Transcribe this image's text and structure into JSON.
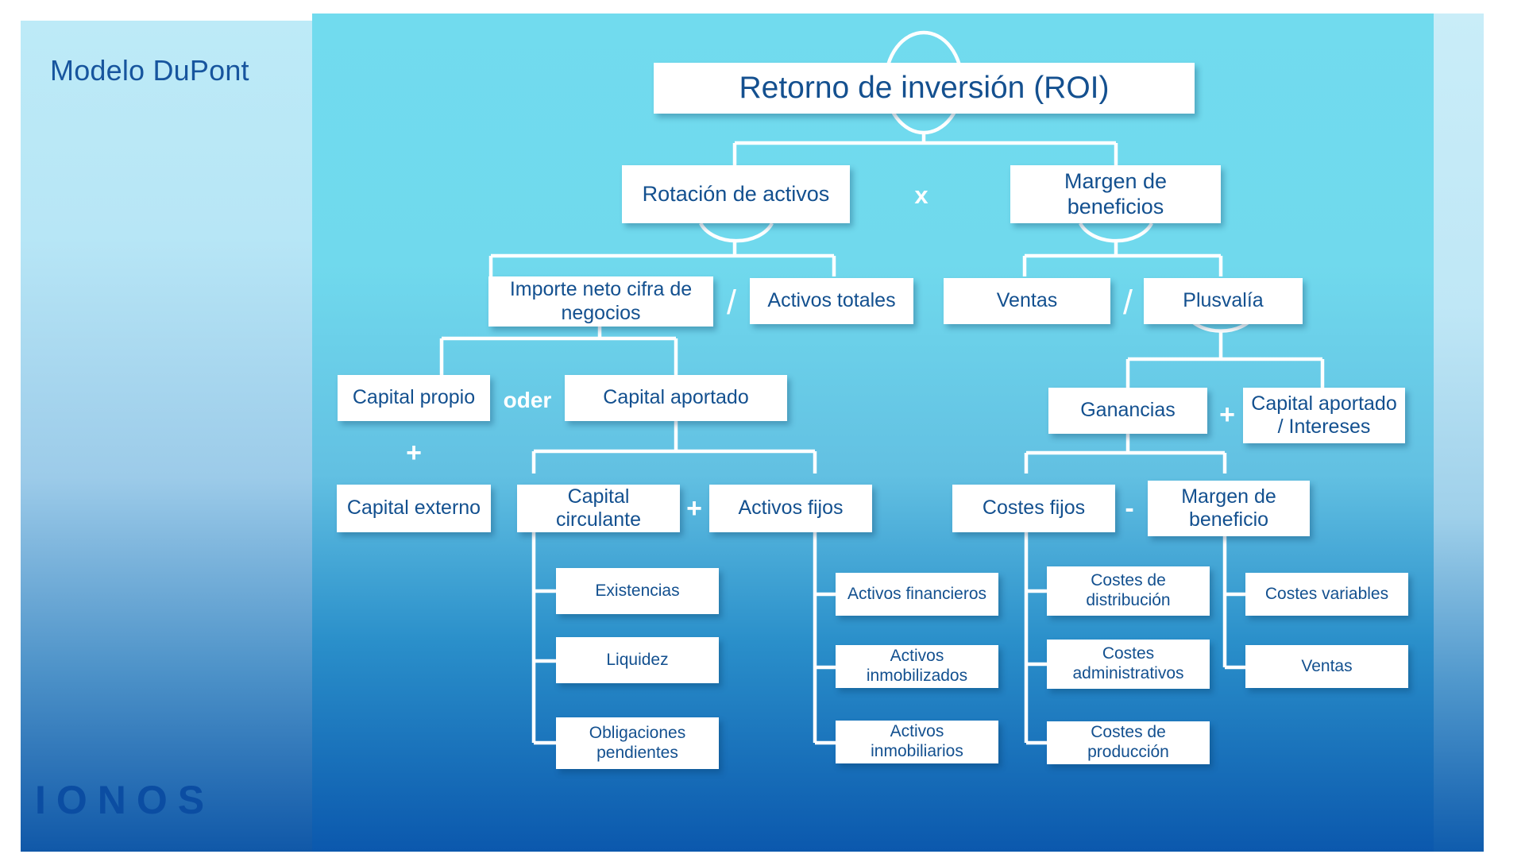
{
  "page": {
    "title": "Modelo DuPont",
    "brand": "IONOS",
    "accent_text": "#13508f",
    "accent_title": "#17559e",
    "panel_top_color": "#71dbee",
    "panel_bottom_color": "#0b58ad",
    "node_bg": "#ffffff",
    "connector_color": "#ffffff"
  },
  "nodes": {
    "roi": "Retorno de inversión (ROI)",
    "rotacion_activos": "Rotación de activos",
    "margen_beneficios": "Margen de beneficios",
    "importe_neto": "Importe neto cifra de negocios",
    "activos_totales": "Activos totales",
    "ventas_top": "Ventas",
    "plusvalia": "Plusvalía",
    "capital_propio": "Capital propio",
    "capital_aportado": "Capital aportado",
    "ganancias": "Ganancias",
    "capital_aportado_intereses": "Capital aportado / Intereses",
    "capital_externo": "Capital externo",
    "capital_circulante": "Capital circulante",
    "activos_fijos": "Activos fijos",
    "costes_fijos": "Costes fijos",
    "margen_beneficio": "Margen de beneficio",
    "existencias": "Existencias",
    "liquidez": "Liquidez",
    "obligaciones_pendientes": "Obligaciones pendientes",
    "activos_financieros": "Activos financieros",
    "activos_inmobilizados": "Activos inmobilizados",
    "activos_inmobiliarios": "Activos inmobiliarios",
    "costes_distribucion": "Costes de distribución",
    "costes_administrativos": "Costes administrativos",
    "costes_produccion": "Costes de producción",
    "costes_variables": "Costes variables",
    "ventas_bottom": "Ventas"
  },
  "operators": {
    "multiply_roi": "x",
    "divide_rotacion": "/",
    "divide_margen": "/",
    "oder": "oder",
    "plus_capital_propio": "+",
    "plus_capital_circulante": "+",
    "plus_ganancias": "+",
    "minus_costes": "-"
  },
  "chart_data": {
    "type": "tree",
    "title": "Modelo DuPont",
    "root": "Retorno de inversión (ROI)",
    "relations": [
      {
        "parent": "Retorno de inversión (ROI)",
        "children": [
          "Rotación de activos",
          "Margen de beneficios"
        ],
        "operator": "x"
      },
      {
        "parent": "Rotación de activos",
        "children": [
          "Importe neto cifra de negocios",
          "Activos totales"
        ],
        "operator": "/"
      },
      {
        "parent": "Margen de beneficios",
        "children": [
          "Ventas",
          "Plusvalía"
        ],
        "operator": "/"
      },
      {
        "parent": "Importe neto cifra de negocios",
        "children": [
          "Capital propio",
          "Capital aportado"
        ],
        "operator": "oder"
      },
      {
        "parent": "Capital propio",
        "children": [
          "Capital externo"
        ],
        "operator": "+"
      },
      {
        "parent": "Capital aportado",
        "children": [
          "Capital circulante",
          "Activos fijos"
        ],
        "operator": "+"
      },
      {
        "parent": "Plusvalía",
        "children": [
          "Ganancias",
          "Capital aportado / Intereses"
        ],
        "operator": "+"
      },
      {
        "parent": "Ganancias",
        "children": [
          "Costes fijos",
          "Margen de beneficio"
        ],
        "operator": "-"
      },
      {
        "parent": "Capital circulante",
        "children": [
          "Existencias",
          "Liquidez",
          "Obligaciones pendientes"
        ]
      },
      {
        "parent": "Activos fijos",
        "children": [
          "Activos financieros",
          "Activos inmobilizados",
          "Activos inmobiliarios"
        ]
      },
      {
        "parent": "Costes fijos",
        "children": [
          "Costes de distribución",
          "Costes administrativos",
          "Costes de producción"
        ]
      },
      {
        "parent": "Margen de beneficio",
        "children": [
          "Costes variables",
          "Ventas"
        ]
      }
    ]
  }
}
